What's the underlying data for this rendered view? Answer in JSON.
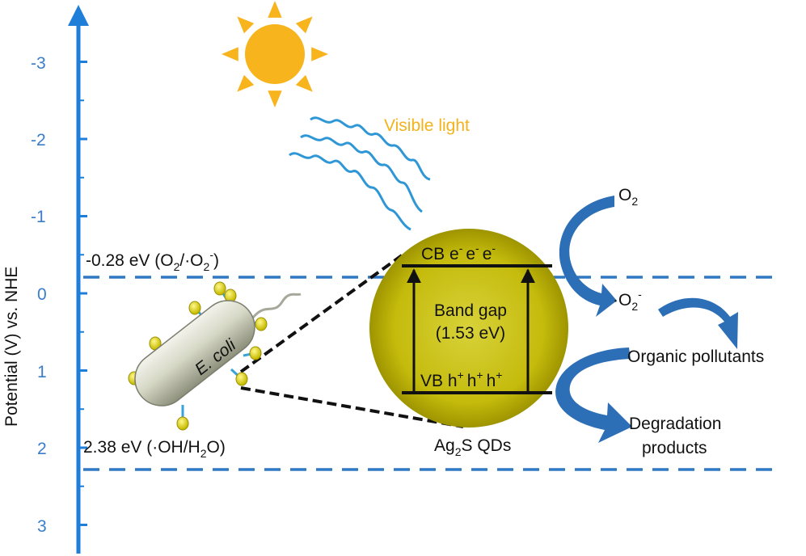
{
  "axis": {
    "label": "Potential (V) vs. NHE",
    "ticks": [
      "-3",
      "-2",
      "-1",
      "0",
      "1",
      "2",
      "3"
    ]
  },
  "levels": {
    "upper": {
      "label": "-0.28 eV (O",
      "sub1": "2",
      "mid": "/·O",
      "sub2": "2",
      "sup": "-",
      "end": ")"
    },
    "lower": {
      "label": "2.38 eV (·OH/H",
      "sub1": "2",
      "end": "O)"
    }
  },
  "light": {
    "label": "Visible light"
  },
  "bacterium": {
    "label": "E. coli"
  },
  "particle": {
    "cb": "CB e",
    "cb_e": "e",
    "vb": "VB h",
    "vb_h": "h",
    "sup_minus": "-",
    "sup_plus": "+",
    "bandgap_line1": "Band gap",
    "bandgap_line2": "(1.53 eV)",
    "name_pre": "Ag",
    "name_sub": "2",
    "name_post": "S QDs"
  },
  "reactions": {
    "o2": "O",
    "o2_sub": "2",
    "superoxide": "·O",
    "superoxide_sub": "2",
    "superoxide_sup": "-",
    "pollutants": "Organic pollutants",
    "products_line1": "Degradation",
    "products_line2": "products"
  },
  "colors": {
    "axis": "#1f7fd8",
    "dashed": "#2f78c4",
    "particle": "#c8c010",
    "arrow_blue": "#2d6fb6",
    "sun": "#f7b41d",
    "wave": "#2f97d6",
    "ligand": "#e0d400"
  }
}
